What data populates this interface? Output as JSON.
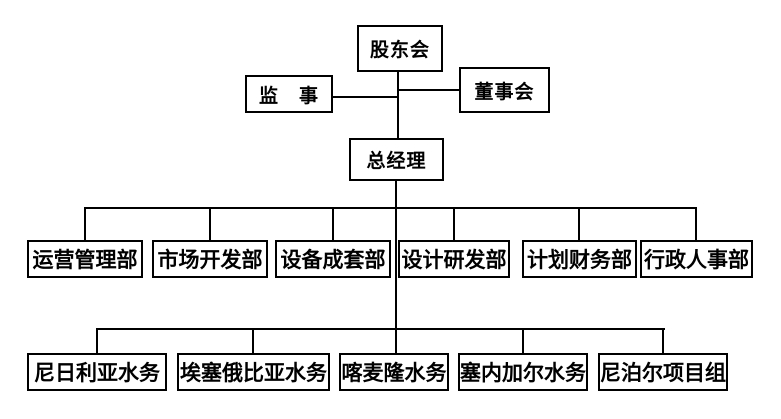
{
  "org_chart": {
    "type": "organization-chart",
    "root": {
      "label": "股东会"
    },
    "supervisor": {
      "label": "监　事"
    },
    "board": {
      "label": "董事会"
    },
    "general_manager": {
      "label": "总经理"
    },
    "departments": [
      {
        "label": "运营管理部"
      },
      {
        "label": "市场开发部"
      },
      {
        "label": "设备成套部"
      },
      {
        "label": "设计研发部"
      },
      {
        "label": "计划财务部"
      },
      {
        "label": "行政人事部"
      }
    ],
    "projects": [
      {
        "label": "尼日利亚水务"
      },
      {
        "label": "埃塞俄比亚水务"
      },
      {
        "label": "喀麦隆水务"
      },
      {
        "label": "塞内加尔水务"
      },
      {
        "label": "尼泊尔项目组"
      }
    ],
    "colors": {
      "background": "#ffffff",
      "box_border": "#000000",
      "connector_line": "#000000",
      "text": "#000000"
    }
  }
}
